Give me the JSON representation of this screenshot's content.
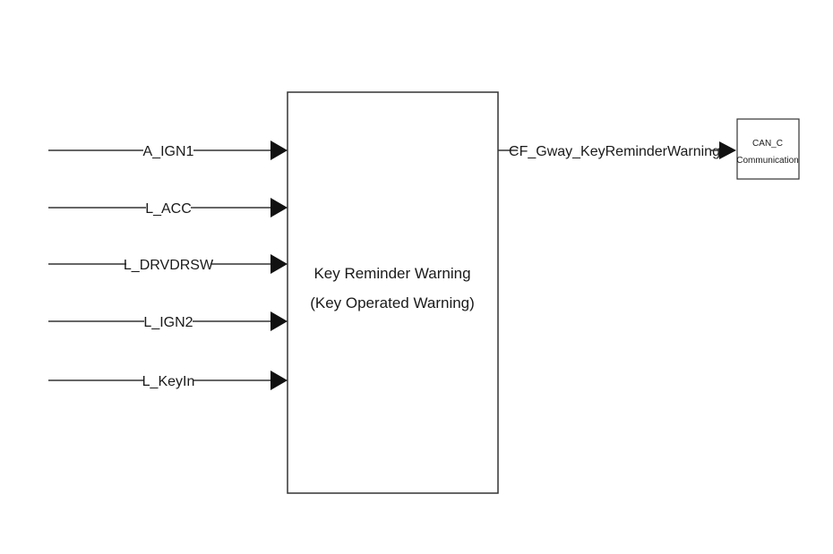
{
  "diagram": {
    "main_block": {
      "line1": "Key Reminder Warning",
      "line2": "(Key Operated Warning)"
    },
    "inputs": [
      {
        "label": "A_IGN1"
      },
      {
        "label": "L_ACC"
      },
      {
        "label": "L_DRVDRSW"
      },
      {
        "label": "L_IGN2"
      },
      {
        "label": "L_KeyIn"
      }
    ],
    "output": {
      "signal": "CF_Gway_KeyReminderWarning"
    },
    "target_block": {
      "line1": "CAN_C",
      "line2": "Communication"
    }
  }
}
